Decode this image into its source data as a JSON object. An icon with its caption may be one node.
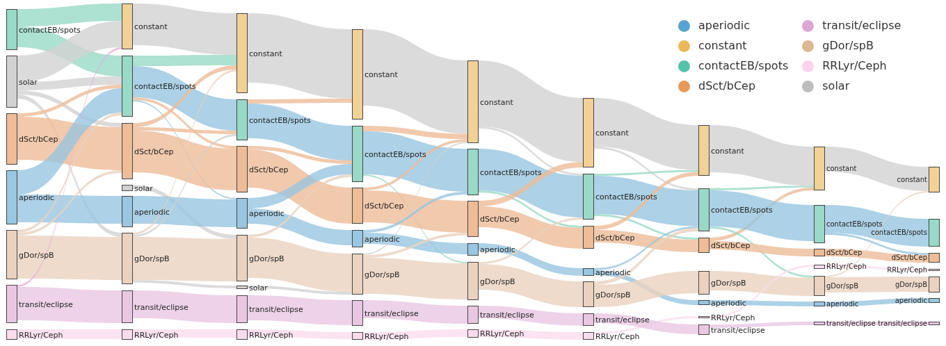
{
  "diagram": {
    "nodes": [
      {
        "text": [
          "contactEB/spots"
        ]
      },
      {
        "text": [
          "solar"
        ]
      },
      {
        "text": [
          "dSct/bCep"
        ]
      },
      {
        "text": [
          "aperiodic"
        ]
      },
      {
        "text": [
          "gDor/spB"
        ]
      },
      {
        "text": [
          "transit/eclipse"
        ]
      },
      {
        "text": [
          "RRLyr/Ceph"
        ]
      },
      {
        "text": [
          "constant"
        ]
      },
      {
        "text": [
          "contactEB/spots"
        ]
      },
      {
        "text": [
          "dSct/bCep"
        ]
      },
      {
        "text": [
          "solar"
        ]
      },
      {
        "text": [
          "aperiodic"
        ]
      },
      {
        "text": [
          "gDor/spB"
        ]
      },
      {
        "text": [
          "transit/eclipse"
        ]
      },
      {
        "text": [
          "RRLyr/Ceph"
        ]
      },
      {
        "text": [
          "constant"
        ]
      },
      {
        "text": [
          "contactEB/spots"
        ]
      },
      {
        "text": [
          "dSct/bCep"
        ]
      },
      {
        "text": [
          "aperiodic"
        ]
      },
      {
        "text": [
          "gDor/spB"
        ]
      },
      {
        "text": [
          "solar"
        ]
      },
      {
        "text": [
          "transit/eclipse"
        ]
      },
      {
        "text": [
          "RRLyr/Ceph"
        ]
      },
      {
        "text": [
          "constant"
        ]
      },
      {
        "text": [
          "contactEB/spots"
        ]
      },
      {
        "text": [
          "dSct/bCep"
        ]
      },
      {
        "text": [
          "aperiodic"
        ]
      },
      {
        "text": [
          "gDor/spB"
        ]
      },
      {
        "text": [
          "transit/eclipse"
        ]
      },
      {
        "text": [
          "RRLyr/Ceph"
        ]
      },
      {
        "text": [
          "constant"
        ]
      },
      {
        "text": [
          "contactEB/spots"
        ]
      },
      {
        "text": [
          "dSct/bCep"
        ]
      },
      {
        "text": [
          "aperiodic"
        ]
      },
      {
        "text": [
          "gDor/spB"
        ]
      },
      {
        "text": [
          "transit/eclipse"
        ]
      },
      {
        "text": [
          "RRLyr/Ceph"
        ]
      },
      {
        "text": [
          "constant"
        ]
      },
      {
        "text": [
          "contactEB/spots"
        ]
      },
      {
        "text": [
          "dSct/bCep"
        ]
      },
      {
        "text": [
          "aperiodic"
        ]
      },
      {
        "text": [
          "gDor/spB"
        ]
      },
      {
        "text": [
          "transit/eclipse"
        ]
      },
      {
        "text": [
          "RRLyr/Ceph"
        ]
      },
      {
        "text": [
          "constant"
        ]
      },
      {
        "text": [
          "contactEB/spots"
        ]
      },
      {
        "text": [
          "dSct/bCep"
        ]
      },
      {
        "text": [
          "gDor/spB"
        ]
      },
      {
        "text": [
          "aperiodic"
        ]
      },
      {
        "text": [
          "RRLyr/Ceph"
        ]
      },
      {
        "text": [
          "transit/eclipse"
        ]
      },
      {
        "text": [
          "constant"
        ]
      },
      {
        "text": [
          "contactEB/spots"
        ]
      },
      {
        "text": [
          "dSct/bCep"
        ]
      },
      {
        "text": [
          "RRLyr/Ceph"
        ]
      },
      {
        "text": [
          "gDor/spB"
        ]
      },
      {
        "text": [
          "aperiodic"
        ]
      },
      {
        "text": [
          "transit/eclipse"
        ]
      },
      {
        "text": [
          "constant"
        ]
      },
      {
        "text": [
          "contactEB/spots"
        ]
      },
      {
        "text": [
          "dSct/bCep"
        ]
      },
      {
        "text": [
          "RRLyr/Ceph"
        ]
      },
      {
        "text": [
          "gDor/spB"
        ]
      },
      {
        "text": [
          "aperiodic"
        ]
      },
      {
        "text": [
          "transit/eclipse"
        ]
      }
    ],
    "edges": [
      {
        "from": 0,
        "to": 7,
        "arrow": "none",
        "color": "#99d9c7"
      },
      {
        "from": 0,
        "to": 8,
        "arrow": "none",
        "color": "#99d9c7"
      },
      {
        "from": 1,
        "to": 7,
        "arrow": "none",
        "color": "#d2d2d2"
      },
      {
        "from": 1,
        "to": 8,
        "arrow": "none",
        "color": "#d2d2d2"
      },
      {
        "from": 1,
        "to": 9,
        "arrow": "none",
        "color": "#d2d2d2"
      },
      {
        "from": 1,
        "to": 12,
        "arrow": "none",
        "color": "#d2d2d2"
      },
      {
        "from": 2,
        "to": 8,
        "arrow": "none",
        "color": "#eebc97"
      },
      {
        "from": 2,
        "to": 9,
        "arrow": "none",
        "color": "#eebc97"
      },
      {
        "from": 3,
        "to": 8,
        "arrow": "none",
        "color": "#99c6e0"
      },
      {
        "from": 3,
        "to": 11,
        "arrow": "none",
        "color": "#99c6e0"
      },
      {
        "from": 4,
        "to": 8,
        "arrow": "none",
        "color": "#ead2bf"
      },
      {
        "from": 4,
        "to": 9,
        "arrow": "none",
        "color": "#ead2bf"
      },
      {
        "from": 4,
        "to": 12,
        "arrow": "none",
        "color": "#ead2bf"
      },
      {
        "from": 5,
        "to": 7,
        "arrow": "none",
        "color": "#e2b3da"
      },
      {
        "from": 5,
        "to": 13,
        "arrow": "none",
        "color": "#e9c7e3"
      },
      {
        "from": 6,
        "to": 14,
        "arrow": "none",
        "color": "#fbdcee"
      },
      {
        "from": 7,
        "to": 15,
        "arrow": "none",
        "color": "#d2d2d2"
      },
      {
        "from": 8,
        "to": 15,
        "arrow": "none",
        "color": "#99d9c7"
      },
      {
        "from": 8,
        "to": 16,
        "arrow": "none",
        "color": "#99c6e0"
      },
      {
        "from": 8,
        "to": 17,
        "arrow": "none",
        "color": "#eebc97"
      },
      {
        "from": 8,
        "to": 18,
        "arrow": "none",
        "color": "#99c6e0"
      },
      {
        "from": 9,
        "to": 15,
        "arrow": "none",
        "color": "#eebc97"
      },
      {
        "from": 9,
        "to": 16,
        "arrow": "none",
        "color": "#eebc97"
      },
      {
        "from": 9,
        "to": 17,
        "arrow": "none",
        "color": "#eebc97"
      },
      {
        "from": 10,
        "to": 19,
        "arrow": "none",
        "color": "#d2d2d2"
      },
      {
        "from": 11,
        "to": 18,
        "arrow": "none",
        "color": "#99c6e0"
      },
      {
        "from": 12,
        "to": 15,
        "arrow": "none",
        "color": "#ead2bf"
      },
      {
        "from": 12,
        "to": 16,
        "arrow": "none",
        "color": "#d2d2d2"
      },
      {
        "from": 12,
        "to": 19,
        "arrow": "none",
        "color": "#ead2bf"
      },
      {
        "from": 12,
        "to": 20,
        "arrow": "none",
        "color": "#d2d2d2"
      },
      {
        "from": 13,
        "to": 21,
        "arrow": "none",
        "color": "#e9c7e3"
      },
      {
        "from": 14,
        "to": 22,
        "arrow": "none",
        "color": "#fbdcee"
      },
      {
        "from": 15,
        "to": 23,
        "arrow": "none",
        "color": "#d2d2d2"
      },
      {
        "from": 16,
        "to": 23,
        "arrow": "none",
        "color": "#eebc97"
      },
      {
        "from": 16,
        "to": 24,
        "arrow": "none",
        "color": "#99c6e0"
      },
      {
        "from": 17,
        "to": 24,
        "arrow": "none",
        "color": "#eebc97"
      },
      {
        "from": 17,
        "to": 25,
        "arrow": "none",
        "color": "#eebc97"
      },
      {
        "from": 18,
        "to": 24,
        "arrow": "none",
        "color": "#99c6e0"
      },
      {
        "from": 18,
        "to": 26,
        "arrow": "none",
        "color": "#99c6e0"
      },
      {
        "from": 19,
        "to": 24,
        "arrow": "none",
        "color": "#ead2bf"
      },
      {
        "from": 19,
        "to": 27,
        "arrow": "none",
        "color": "#ead2bf"
      },
      {
        "from": 20,
        "to": 27,
        "arrow": "none",
        "color": "#d2d2d2"
      },
      {
        "from": 21,
        "to": 28,
        "arrow": "none",
        "color": "#e9c7e3"
      },
      {
        "from": 22,
        "to": 29,
        "arrow": "none",
        "color": "#fbdcee"
      },
      {
        "from": 23,
        "to": 30,
        "arrow": "none",
        "color": "#d2d2d2"
      },
      {
        "from": 24,
        "to": 30,
        "arrow": "none",
        "color": "#eebc97"
      },
      {
        "from": 24,
        "to": 31,
        "arrow": "none",
        "color": "#99c6e0"
      },
      {
        "from": 24,
        "to": 34,
        "arrow": "none",
        "color": "#99d9c7"
      },
      {
        "from": 25,
        "to": 30,
        "arrow": "none",
        "color": "#eebc97"
      },
      {
        "from": 25,
        "to": 32,
        "arrow": "none",
        "color": "#eebc97"
      },
      {
        "from": 26,
        "to": 31,
        "arrow": "none",
        "color": "#99c6e0"
      },
      {
        "from": 26,
        "to": 33,
        "arrow": "none",
        "color": "#99c6e0"
      },
      {
        "from": 27,
        "to": 30,
        "arrow": "none",
        "color": "#d2d2d2"
      },
      {
        "from": 27,
        "to": 32,
        "arrow": "none",
        "color": "#ead2bf"
      },
      {
        "from": 27,
        "to": 34,
        "arrow": "none",
        "color": "#ead2bf"
      },
      {
        "from": 28,
        "to": 35,
        "arrow": "none",
        "color": "#e9c7e3"
      },
      {
        "from": 29,
        "to": 36,
        "arrow": "none",
        "color": "#fbdcee"
      },
      {
        "from": 30,
        "to": 37,
        "arrow": "none",
        "color": "#d2d2d2"
      },
      {
        "from": 30,
        "to": 38,
        "arrow": "none",
        "color": "#d2d2d2"
      },
      {
        "from": 31,
        "to": 38,
        "arrow": "none",
        "color": "#99c6e0"
      },
      {
        "from": 31,
        "to": 39,
        "arrow": "none",
        "color": "#99d9c7"
      },
      {
        "from": 32,
        "to": 37,
        "arrow": "none",
        "color": "#eebc97"
      },
      {
        "from": 32,
        "to": 39,
        "arrow": "none",
        "color": "#eebc97"
      },
      {
        "from": 33,
        "to": 40,
        "arrow": "none",
        "color": "#99c6e0"
      },
      {
        "from": 34,
        "to": 38,
        "arrow": "none",
        "color": "#ead2bf"
      },
      {
        "from": 34,
        "to": 41,
        "arrow": "none",
        "color": "#ead2bf"
      },
      {
        "from": 35,
        "to": 42,
        "arrow": "none",
        "color": "#e9c7e3"
      },
      {
        "from": 36,
        "to": 43,
        "arrow": "none",
        "color": "#fbdcee"
      },
      {
        "from": 37,
        "to": 44,
        "arrow": "none",
        "color": "#d2d2d2"
      },
      {
        "from": 37,
        "to": 45,
        "arrow": "none",
        "color": "#d2d2d2"
      },
      {
        "from": 38,
        "to": 44,
        "arrow": "none",
        "color": "#99d9c7"
      },
      {
        "from": 38,
        "to": 45,
        "arrow": "none",
        "color": "#99c6e0"
      },
      {
        "from": 38,
        "to": 46,
        "arrow": "none",
        "color": "#99d9c7"
      },
      {
        "from": 39,
        "to": 44,
        "arrow": "none",
        "color": "#eebc97"
      },
      {
        "from": 39,
        "to": 46,
        "arrow": "none",
        "color": "#eebc97"
      },
      {
        "from": 40,
        "to": 45,
        "arrow": "none",
        "color": "#99c6e0"
      },
      {
        "from": 40,
        "to": 48,
        "arrow": "none",
        "color": "#99c6e0"
      },
      {
        "from": 41,
        "to": 45,
        "arrow": "none",
        "color": "#ead2bf"
      },
      {
        "from": 41,
        "to": 47,
        "arrow": "none",
        "color": "#ead2bf"
      },
      {
        "from": 43,
        "to": 49,
        "arrow": "none",
        "color": "#fbdcee"
      },
      {
        "from": 42,
        "to": 50,
        "arrow": "none",
        "color": "#e9c7e3"
      },
      {
        "from": 44,
        "to": 51,
        "arrow": "none",
        "color": "#d2d2d2"
      },
      {
        "from": 45,
        "to": 51,
        "arrow": "none",
        "color": "#99d9c7"
      },
      {
        "from": 46,
        "to": 51,
        "arrow": "none",
        "color": "#eebc97"
      },
      {
        "from": 45,
        "to": 52,
        "arrow": "none",
        "color": "#99c6e0"
      },
      {
        "from": 45,
        "to": 55,
        "arrow": "none",
        "color": "#99d9c7"
      },
      {
        "from": 46,
        "to": 53,
        "arrow": "none",
        "color": "#eebc97"
      },
      {
        "from": 47,
        "to": 55,
        "arrow": "none",
        "color": "#ead2bf"
      },
      {
        "from": 49,
        "to": 54,
        "arrow": "none",
        "color": "#fbdcee"
      },
      {
        "from": 48,
        "to": 56,
        "arrow": "none",
        "color": "#99c6e0"
      },
      {
        "from": 50,
        "to": 57,
        "arrow": "none",
        "color": "#e9c7e3"
      },
      {
        "from": 51,
        "to": 58,
        "arrow": "none",
        "color": "#d2d2d2"
      },
      {
        "from": 52,
        "to": 59,
        "arrow": "none",
        "color": "#99c6e0"
      },
      {
        "from": 52,
        "to": 60,
        "arrow": "none",
        "color": "#99c6e0"
      },
      {
        "from": 53,
        "to": 60,
        "arrow": "none",
        "color": "#eebc97"
      },
      {
        "from": 54,
        "to": 61,
        "arrow": "none",
        "color": "#fbdcee"
      },
      {
        "from": 55,
        "to": 58,
        "arrow": "none",
        "color": "#ead2bf"
      },
      {
        "from": 55,
        "to": 62,
        "arrow": "none",
        "color": "#ead2bf"
      },
      {
        "from": 56,
        "to": 63,
        "arrow": "none",
        "color": "#99c6e0"
      },
      {
        "from": 57,
        "to": 64,
        "arrow": "none",
        "color": "#e9c7e3"
      }
    ],
    "legend": [
      {
        "text": "aperiodic",
        "color": "#56a4d1"
      },
      {
        "text": "constant",
        "color": "#ecb75a"
      },
      {
        "text": "contactEB/spots",
        "color": "#55c3a7"
      },
      {
        "text": "dSct/bCep",
        "color": "#e79a5a"
      },
      {
        "text": "transit/eclipse",
        "color": "#dda7d4"
      },
      {
        "text": "gDor/spB",
        "color": "#dcb994"
      },
      {
        "text": "RRLyr/Ceph",
        "color": "#fbd3ea"
      },
      {
        "text": "solar",
        "color": "#bdbdbd"
      }
    ]
  }
}
